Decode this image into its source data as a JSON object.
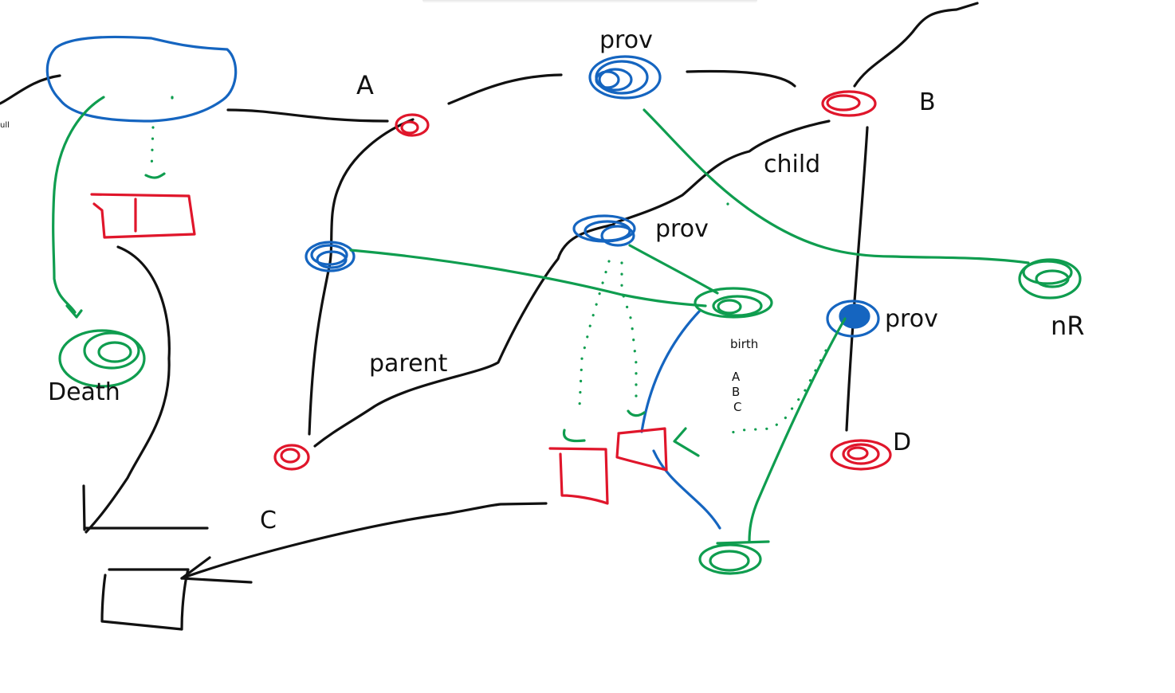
{
  "colors": {
    "black": "#111111",
    "blue": "#1565c0",
    "red": "#e0162b",
    "green": "#0f9d4f",
    "background": "#ffffff"
  },
  "labels": {
    "prov_top": "prov",
    "prov_mid": "prov",
    "prov_right": "prov",
    "a": "A",
    "b": "B",
    "c": "C",
    "d": "D",
    "child": "child",
    "parent": "parent",
    "nr": "nR",
    "death": "Death",
    "birth": "birth",
    "abc_a": "A",
    "abc_b": "B",
    "abc_c": "C",
    "cut_off": "ull"
  }
}
